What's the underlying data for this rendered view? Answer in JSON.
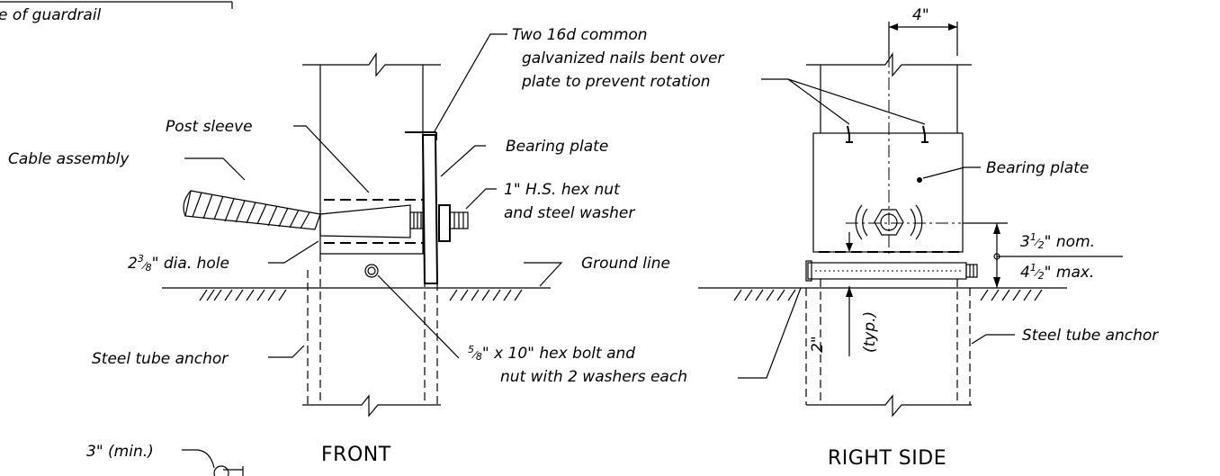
{
  "labels": {
    "top_note": "e of guardrail",
    "nails": [
      "Two 16d common",
      "galvanized nails bent over",
      "plate to prevent rotation"
    ],
    "post_sleeve": "Post sleeve",
    "bearing_plate_front": "Bearing plate",
    "cable_assembly": "Cable assembly",
    "hex_nut": [
      "1\" H.S. hex nut",
      "and steel washer"
    ],
    "hole_prefix": "2",
    "hole_num": "3",
    "hole_den": "8",
    "hole_suffix": "\" dia. hole",
    "ground_line": "Ground line",
    "steel_tube_anchor_left": "Steel tube anchor",
    "bolt_num": "5",
    "bolt_den": "8",
    "bolt_line1_suffix": "\" x 10\" hex bolt and",
    "bolt_line2": "nut with 2 washers each",
    "min_spacing": "3\" (min.)",
    "dim_4": "4\"",
    "bearing_plate_side": "Bearing plate",
    "nom_prefix": "3",
    "nom_num": "1",
    "nom_den": "2",
    "nom_suffix": "\" nom.",
    "max_prefix": "4",
    "max_num": "1",
    "max_den": "2",
    "max_suffix": "\" max.",
    "dim_2": "2\"",
    "typ": "(typ.)",
    "steel_tube_anchor_right": "Steel tube anchor"
  },
  "views": {
    "front": "FRONT",
    "right_side": "RIGHT SIDE"
  }
}
